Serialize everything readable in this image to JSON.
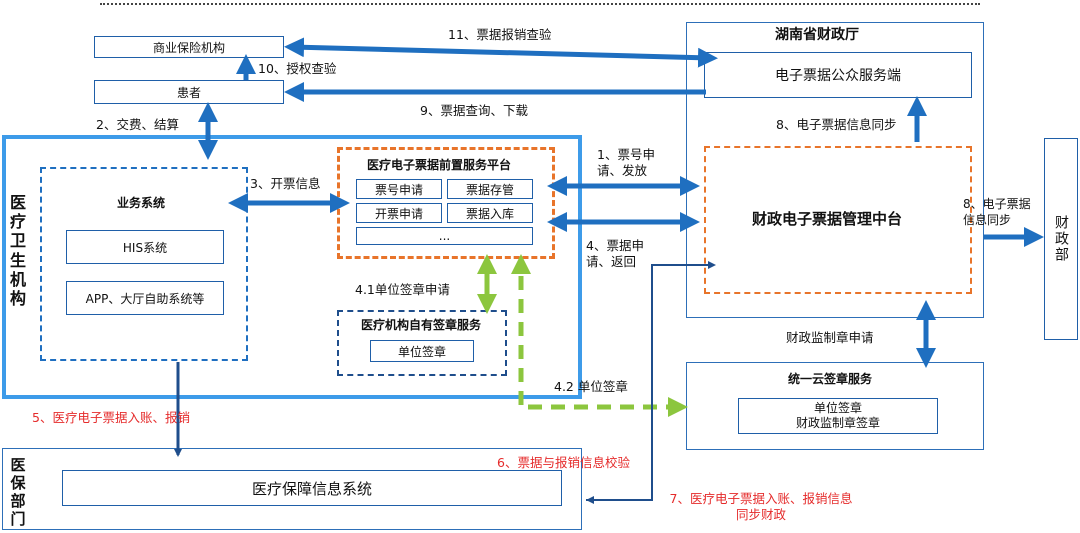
{
  "nodes": {
    "insurance": "商业保险机构",
    "patient": "患者",
    "hunan": "湖南省财政厅",
    "public_service": "电子票据公众服务端",
    "finance_center": "财政电子票据管理中台",
    "mof": "财政部",
    "medical": "医疗卫生机构",
    "business": "业务系统",
    "his": "HIS系统",
    "app": "APP、大厅自助系统等",
    "platform": "医疗电子票据前置服务平台",
    "func1": "票号申请",
    "func2": "票据存管",
    "func3": "开票申请",
    "func4": "票据入库",
    "func_more": "...",
    "own_seal": "医疗机构自有签章服务",
    "own_seal_item": "单位签章",
    "cloud_seal": "统一云签章服务",
    "cloud_seal_item1": "单位签章",
    "cloud_seal_item2": "财政监制章签章",
    "medical_ins": "医保部门",
    "medical_ins_sys": "医疗保障信息系统"
  },
  "edges": {
    "e1": "1、票号申请、发放",
    "e2": "2、交费、结算",
    "e3": "3、开票信息",
    "e4": "4、票据申请、返回",
    "e41": "4.1单位签章申请",
    "e42": "4.2 单位签章",
    "e5": "5、医疗电子票据入账、报销",
    "e6": "6、票据与报销信息校验",
    "e7": "7、医疗电子票据入账、报销信息同步财政",
    "e8a": "8、电子票据信息同步",
    "e8b": "8、电子票据信息同步",
    "e9": "9、票据查询、下载",
    "e10": "10、授权查验",
    "e11": "11、票据报销查验",
    "eseal": "财政监制章申请"
  },
  "colors": {
    "blue": "#1f6fc0",
    "light_blue": "#3d9be9",
    "orange": "#e8742a",
    "green": "#8cc63e",
    "dark_blue": "#1f4e8c",
    "red": "#e52b2b"
  }
}
